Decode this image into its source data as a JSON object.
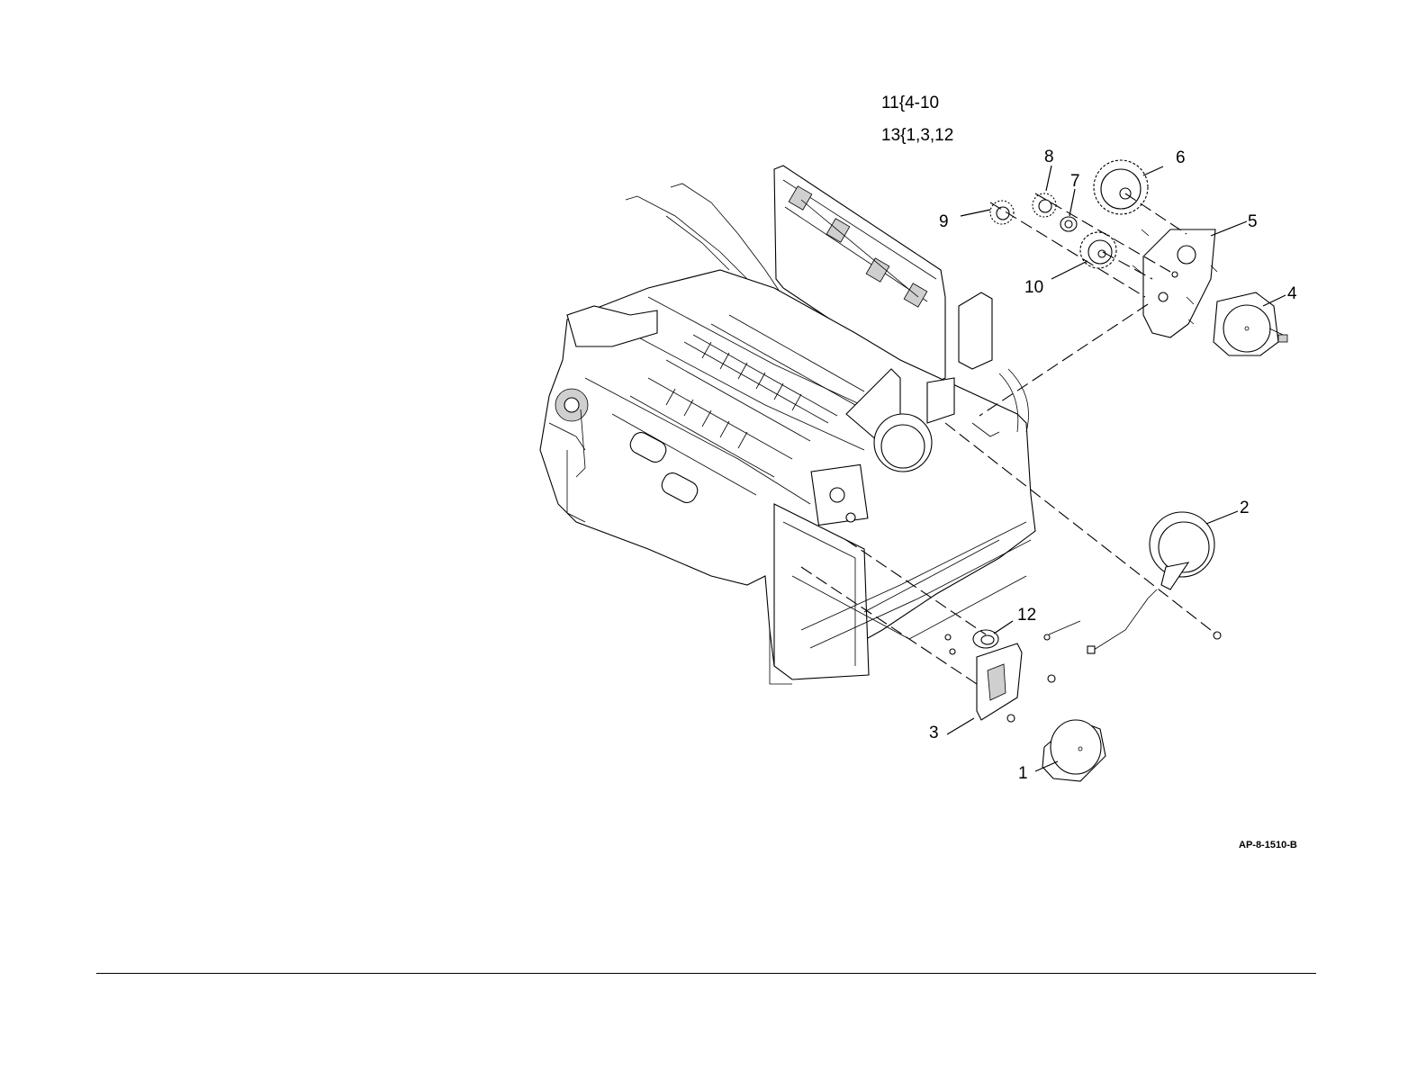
{
  "assembly_notes": [
    "11{4-10",
    "13{1,3,12"
  ],
  "callouts": [
    {
      "id": "callout-1",
      "label": "1"
    },
    {
      "id": "callout-2",
      "label": "2"
    },
    {
      "id": "callout-3",
      "label": "3"
    },
    {
      "id": "callout-4",
      "label": "4"
    },
    {
      "id": "callout-5",
      "label": "5"
    },
    {
      "id": "callout-6",
      "label": "6"
    },
    {
      "id": "callout-7",
      "label": "7"
    },
    {
      "id": "callout-8",
      "label": "8"
    },
    {
      "id": "callout-9",
      "label": "9"
    },
    {
      "id": "callout-10",
      "label": "10"
    },
    {
      "id": "callout-12",
      "label": "12"
    }
  ],
  "figure_id": "AP-8-1510-B"
}
